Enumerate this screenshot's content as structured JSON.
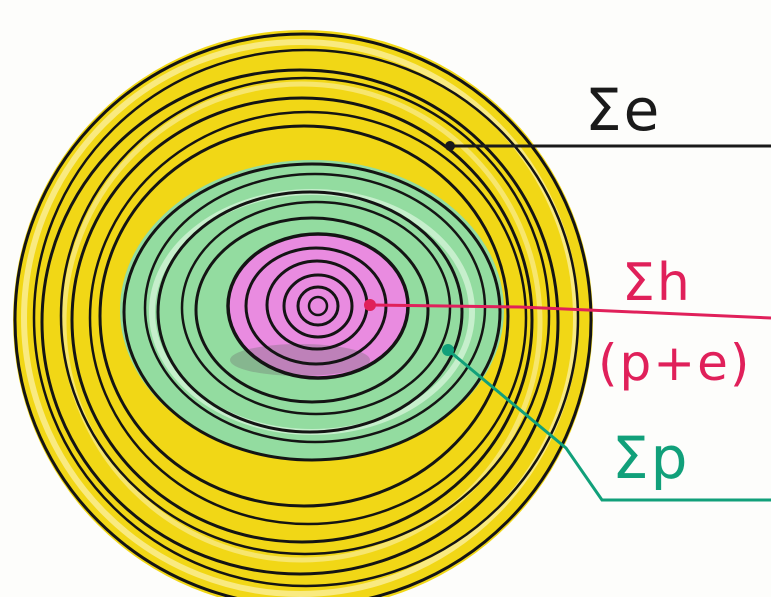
{
  "labels": {
    "sum_e": "Σe",
    "sum_h": "Σh",
    "p_plus_e": "(p+e)",
    "sum_p": "Σp"
  },
  "colors": {
    "outer_shell": "#f1d716",
    "middle_shell": "#93dca0",
    "core": "#e98be0",
    "ink": "#141414",
    "sum_e": "#1a1a1a",
    "sum_h": "#e0205a",
    "sum_p": "#11a07a"
  }
}
